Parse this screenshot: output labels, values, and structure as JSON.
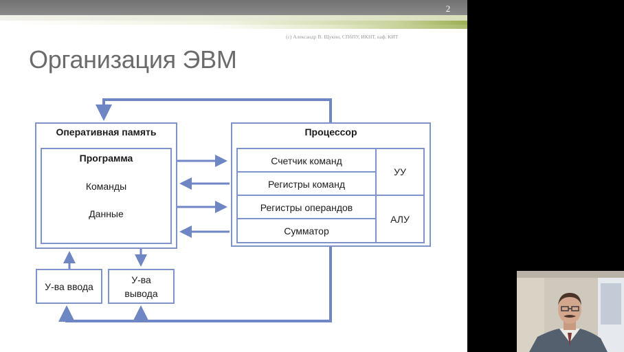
{
  "slide": {
    "page_number": "2",
    "credit": "(c) Александр В. Щукин, СПбПУ, ИКНТ, каф. КИТ",
    "title": "Организация ЭВМ"
  },
  "diagram": {
    "memory": {
      "title": "Оперативная память",
      "program": {
        "title": "Программа",
        "items": [
          "Команды",
          "Данные"
        ]
      }
    },
    "processor": {
      "title": "Процессор",
      "rows": [
        "Счетчик команд",
        "Регистры команд",
        "Регистры операндов",
        "Сумматор"
      ],
      "units": [
        "УУ",
        "АЛУ"
      ]
    },
    "input_device": "У-ва ввода",
    "output_device": [
      "У-ва",
      "вывода"
    ]
  },
  "colors": {
    "box_border": "#7e93c9",
    "arrow": "#6f86c4",
    "title_text": "#6b6b6b"
  }
}
